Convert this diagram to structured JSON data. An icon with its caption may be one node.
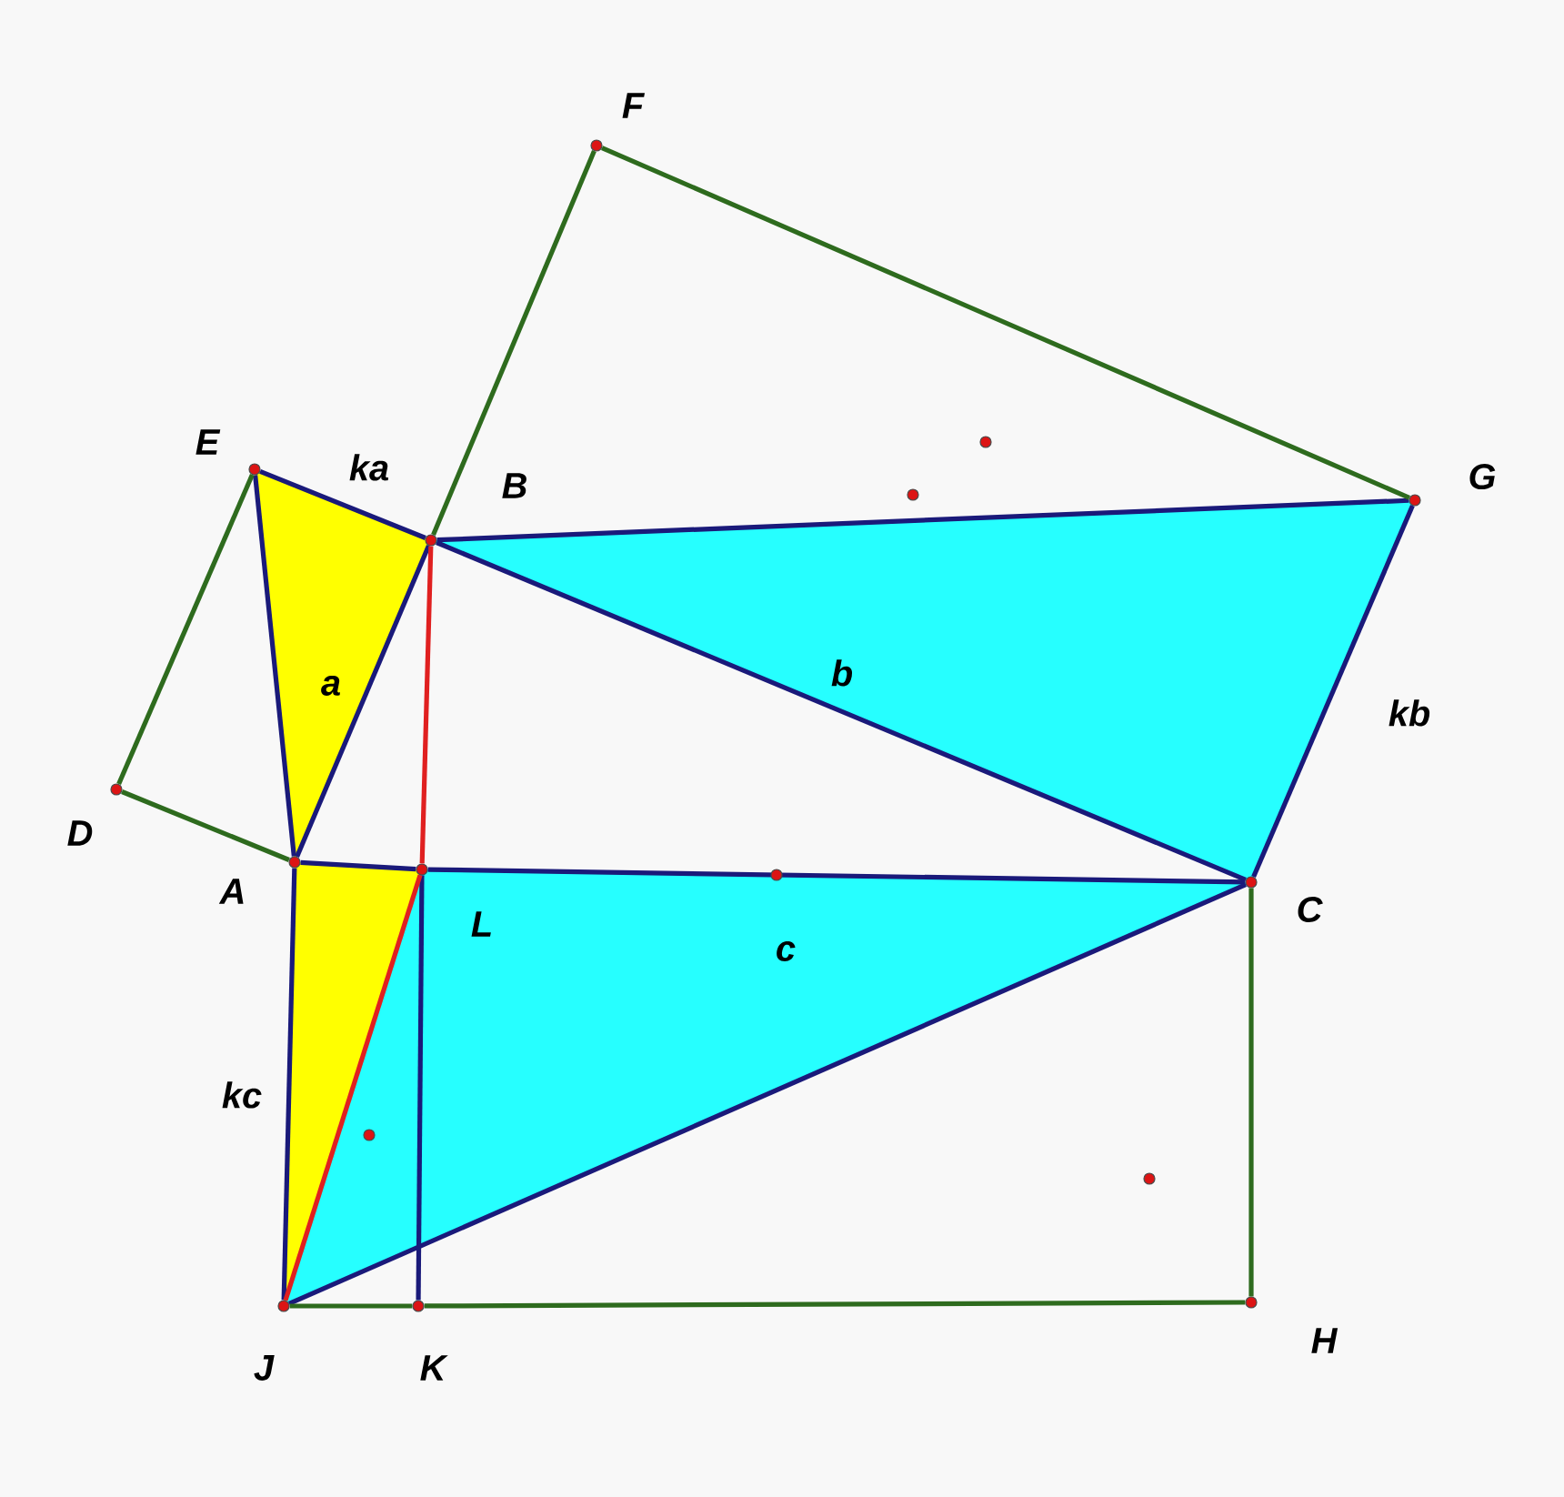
{
  "diagram": {
    "nodes": [
      {
        "text": [],
        "shape": "circle",
        "beside": [
          "F"
        ]
      },
      {
        "text": [],
        "shape": "circle",
        "beside": [
          "E"
        ]
      },
      {
        "text": [],
        "shape": "circle",
        "beside": [
          "B"
        ]
      },
      {
        "text": [],
        "shape": "circle",
        "beside": [
          "G"
        ]
      },
      {
        "text": [],
        "shape": "circle",
        "beside": [
          "D"
        ]
      },
      {
        "text": [],
        "shape": "circle",
        "beside": [
          "A"
        ]
      },
      {
        "text": [],
        "shape": "circle",
        "beside": [
          "L"
        ]
      },
      {
        "text": [],
        "shape": "circle",
        "beside": [
          "C"
        ]
      },
      {
        "text": [],
        "shape": "circle",
        "beside": [
          "J"
        ]
      },
      {
        "text": [],
        "shape": "circle",
        "beside": [
          "K"
        ]
      },
      {
        "text": [],
        "shape": "circle",
        "beside": [
          "H"
        ]
      }
    ],
    "edges": [
      {
        "from": 1,
        "to": 2,
        "arrow": "none",
        "label": "ka"
      },
      {
        "from": 1,
        "to": 5,
        "arrow": "none"
      },
      {
        "from": 5,
        "to": 2,
        "arrow": "none",
        "label": "a"
      },
      {
        "from": 2,
        "to": 3,
        "arrow": "none"
      },
      {
        "from": 2,
        "to": 7,
        "arrow": "none",
        "label": "b"
      },
      {
        "from": 3,
        "to": 7,
        "arrow": "none",
        "label": "kb"
      },
      {
        "from": 5,
        "to": 6,
        "arrow": "none"
      },
      {
        "from": 6,
        "to": 7,
        "arrow": "none",
        "label": "c"
      },
      {
        "from": 5,
        "to": 8,
        "arrow": "none",
        "label": "kc"
      },
      {
        "from": 8,
        "to": 7,
        "arrow": "none"
      },
      {
        "from": 6,
        "to": 9,
        "arrow": "none"
      },
      {
        "from": 8,
        "to": 6,
        "arrow": "none",
        "color": "#e02020"
      },
      {
        "from": 2,
        "to": 6,
        "arrow": "none",
        "color": "#e02020"
      },
      {
        "from": 1,
        "to": 4,
        "arrow": "none",
        "color": "#2e6b1e"
      },
      {
        "from": 4,
        "to": 5,
        "arrow": "none",
        "color": "#2e6b1e"
      },
      {
        "from": 2,
        "to": 0,
        "arrow": "none",
        "color": "#2e6b1e"
      },
      {
        "from": 0,
        "to": 3,
        "arrow": "none",
        "color": "#2e6b1e"
      },
      {
        "from": 7,
        "to": 10,
        "arrow": "none",
        "color": "#2e6b1e"
      },
      {
        "from": 8,
        "to": 9,
        "arrow": "none",
        "color": "#2e6b1e"
      },
      {
        "from": 9,
        "to": 10,
        "arrow": "none",
        "color": "#2e6b1e"
      }
    ]
  }
}
